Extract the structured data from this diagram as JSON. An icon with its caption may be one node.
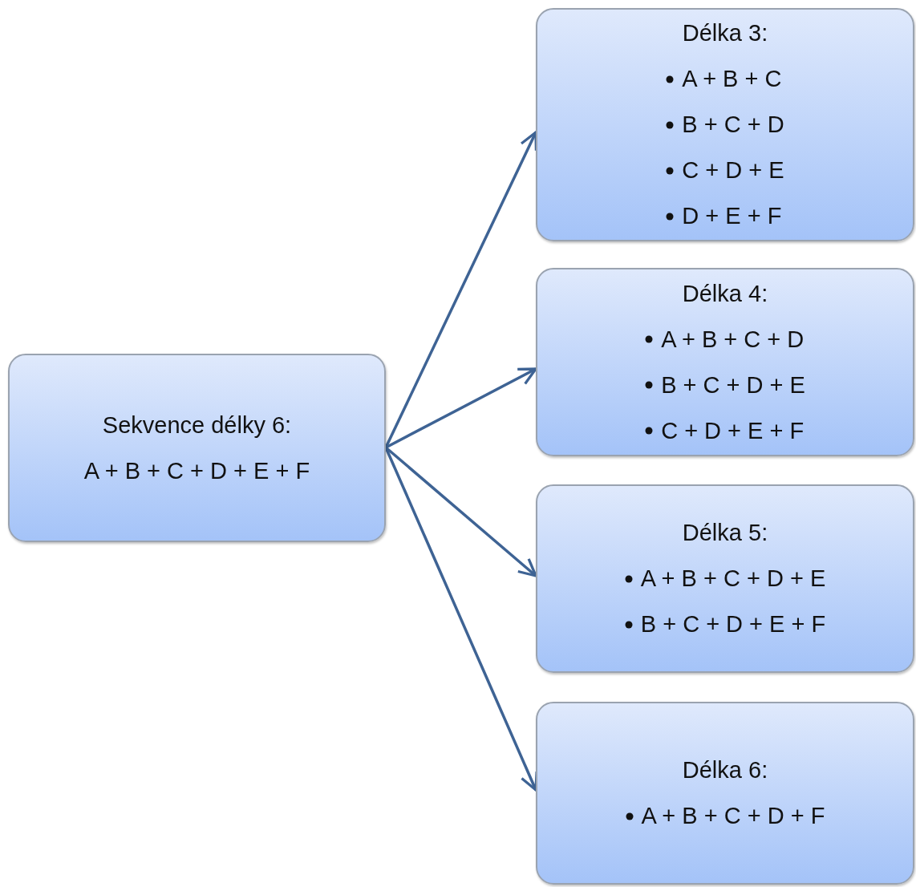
{
  "diagram": {
    "nodes": [
      {
        "text": [
          "Sekvence délky 6:",
          "A + B + C + D + E + F"
        ]
      },
      {
        "text": [
          "Délka 3:",
          "A + B + C",
          "B + C + D",
          "C + D + E",
          "D + E + F"
        ]
      },
      {
        "text": [
          "Délka 4:",
          "A + B + C + D",
          "B + C + D + E",
          "C + D + E + F"
        ]
      },
      {
        "text": [
          "Délka 5:",
          "A + B + C + D + E",
          "B + C + D + E + F"
        ]
      },
      {
        "text": [
          "Délka 6:",
          "A + B + C + D + F"
        ]
      }
    ],
    "edges": [
      {
        "from": 0,
        "to": 1,
        "arrow": "to"
      },
      {
        "from": 0,
        "to": 2,
        "arrow": "to"
      },
      {
        "from": 0,
        "to": 3,
        "arrow": "to"
      },
      {
        "from": 0,
        "to": 4,
        "arrow": "to"
      }
    ]
  }
}
